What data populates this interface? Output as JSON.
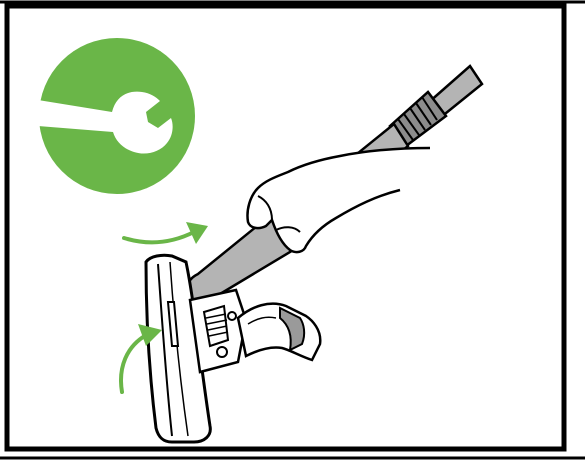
{
  "figure": {
    "badge_icon": "wrench-icon",
    "colors": {
      "badge": "#6ab648",
      "arrow": "#6ab648",
      "line": "#000000",
      "tube": "#b4b4b4",
      "tube_dark": "#8c8c8c",
      "hose_grey": "#9a9a9a",
      "background": "#ffffff"
    },
    "objects": [
      "vacuum-extension-tube",
      "hand",
      "floor-nozzle",
      "nozzle-connector",
      "rotation-arrows"
    ]
  }
}
